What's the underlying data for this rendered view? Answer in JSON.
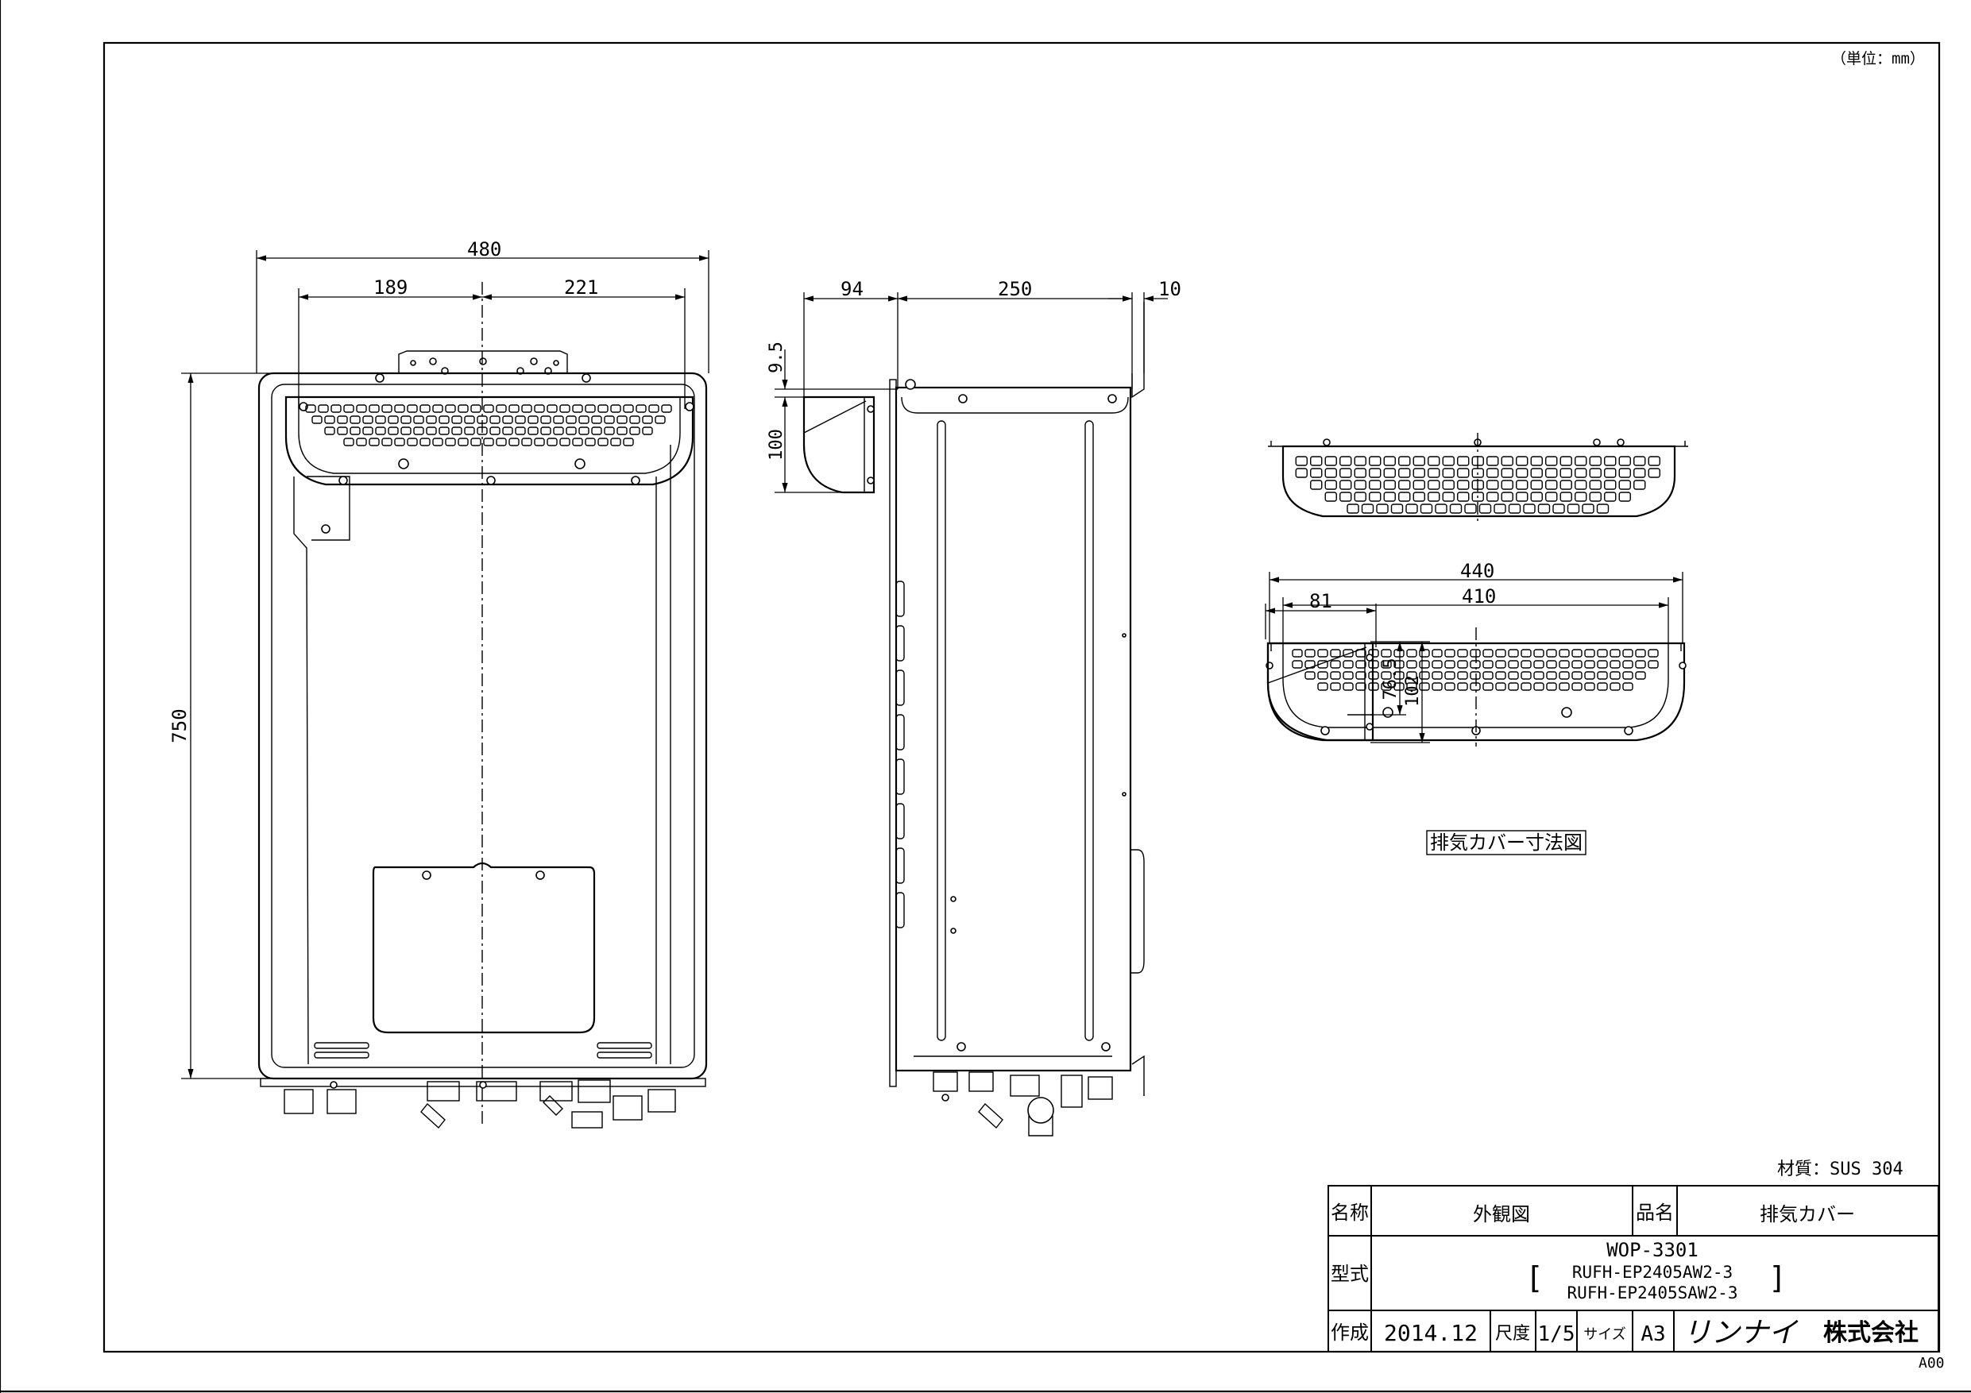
{
  "drawing": {
    "unit_note": "（単位：mm）",
    "material_note": "材質：SUS 304",
    "sheet_code": "A00",
    "cover_caption": "排気カバー寸法図"
  },
  "dimensions": {
    "front_width": "480",
    "front_left_offset": "189",
    "front_right_offset": "221",
    "front_height": "750",
    "side_cover_depth": "94",
    "side_body_depth": "250",
    "side_back_gap": "10",
    "side_top_offset": "9.5",
    "side_cover_height": "100",
    "cover_outer_width": "440",
    "cover_inner_width": "410",
    "cover_depth": "81",
    "cover_lip_height": "76.5",
    "cover_total_height": "102"
  },
  "title_block": {
    "name_label": "名称",
    "name_value": "外観図",
    "product_label": "品名",
    "product_value": "排気カバー",
    "model_label": "型式",
    "model_code": "WOP-3301",
    "model_line1": "RUFH-EP2405AW2-3",
    "model_line2": "RUFH-EP2405SAW2-3",
    "made_label": "作成",
    "made_value": "2014.12",
    "scale_label": "尺度",
    "scale_value": "1/5",
    "size_label": "サイズ",
    "size_value": "A3",
    "company_logo": "リンナイ",
    "company_suffix": "株式会社"
  }
}
